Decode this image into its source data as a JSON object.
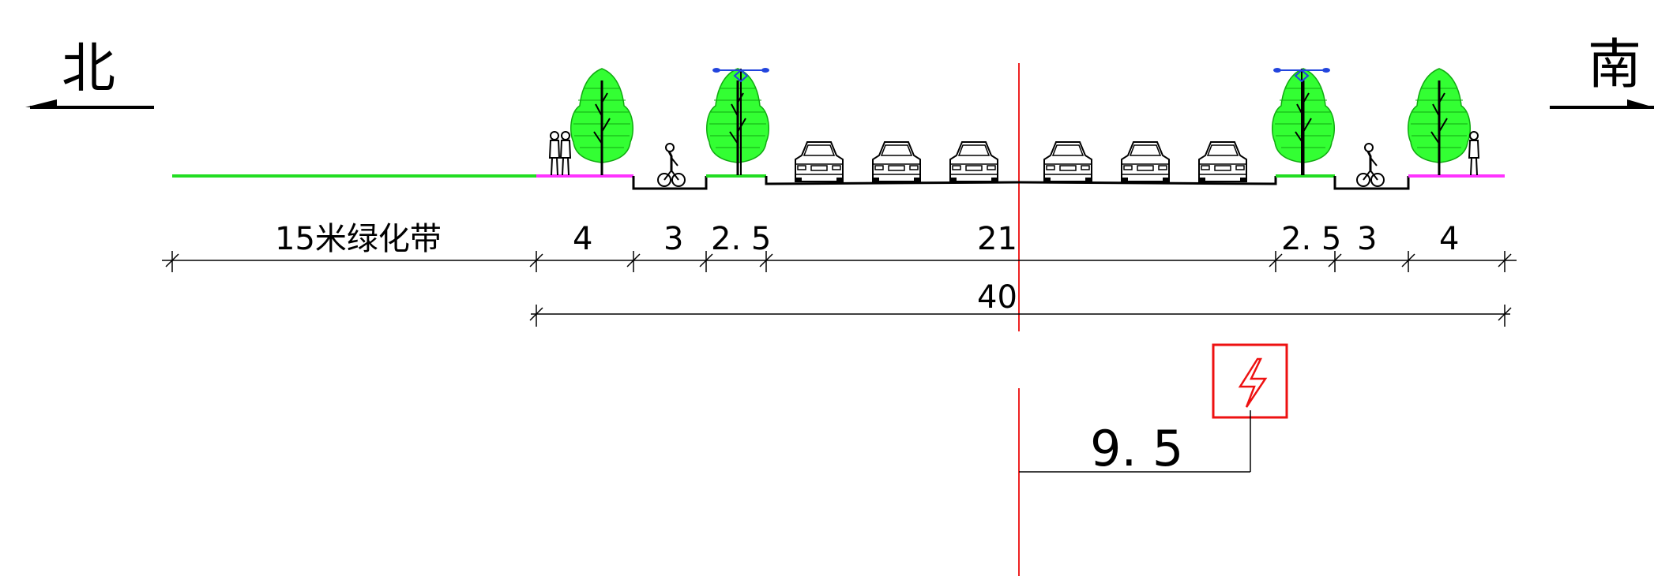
{
  "directions": {
    "north": "北",
    "south": "南"
  },
  "segments": {
    "green_belt": "15米绿化带",
    "north_sidewalk": "4",
    "north_bike_lane": "3",
    "north_median": "2. 5",
    "carriageway": "21",
    "south_median": "2. 5",
    "south_bike_lane": "3",
    "south_sidewalk": "4"
  },
  "total_width": "40",
  "power_line_offset": "9. 5",
  "icons": [
    "tree-icon",
    "street-lamp-icon",
    "car-icon",
    "cyclist-icon",
    "pedestrian-icon",
    "power-line-symbol-icon"
  ],
  "colors": {
    "green_belt": "#22dd22",
    "sidewalk": "#ff33ff",
    "centerline": "#ee2222",
    "power_symbol": "#ee1111",
    "tree": "#33ff33",
    "lamp": "#2244dd"
  }
}
